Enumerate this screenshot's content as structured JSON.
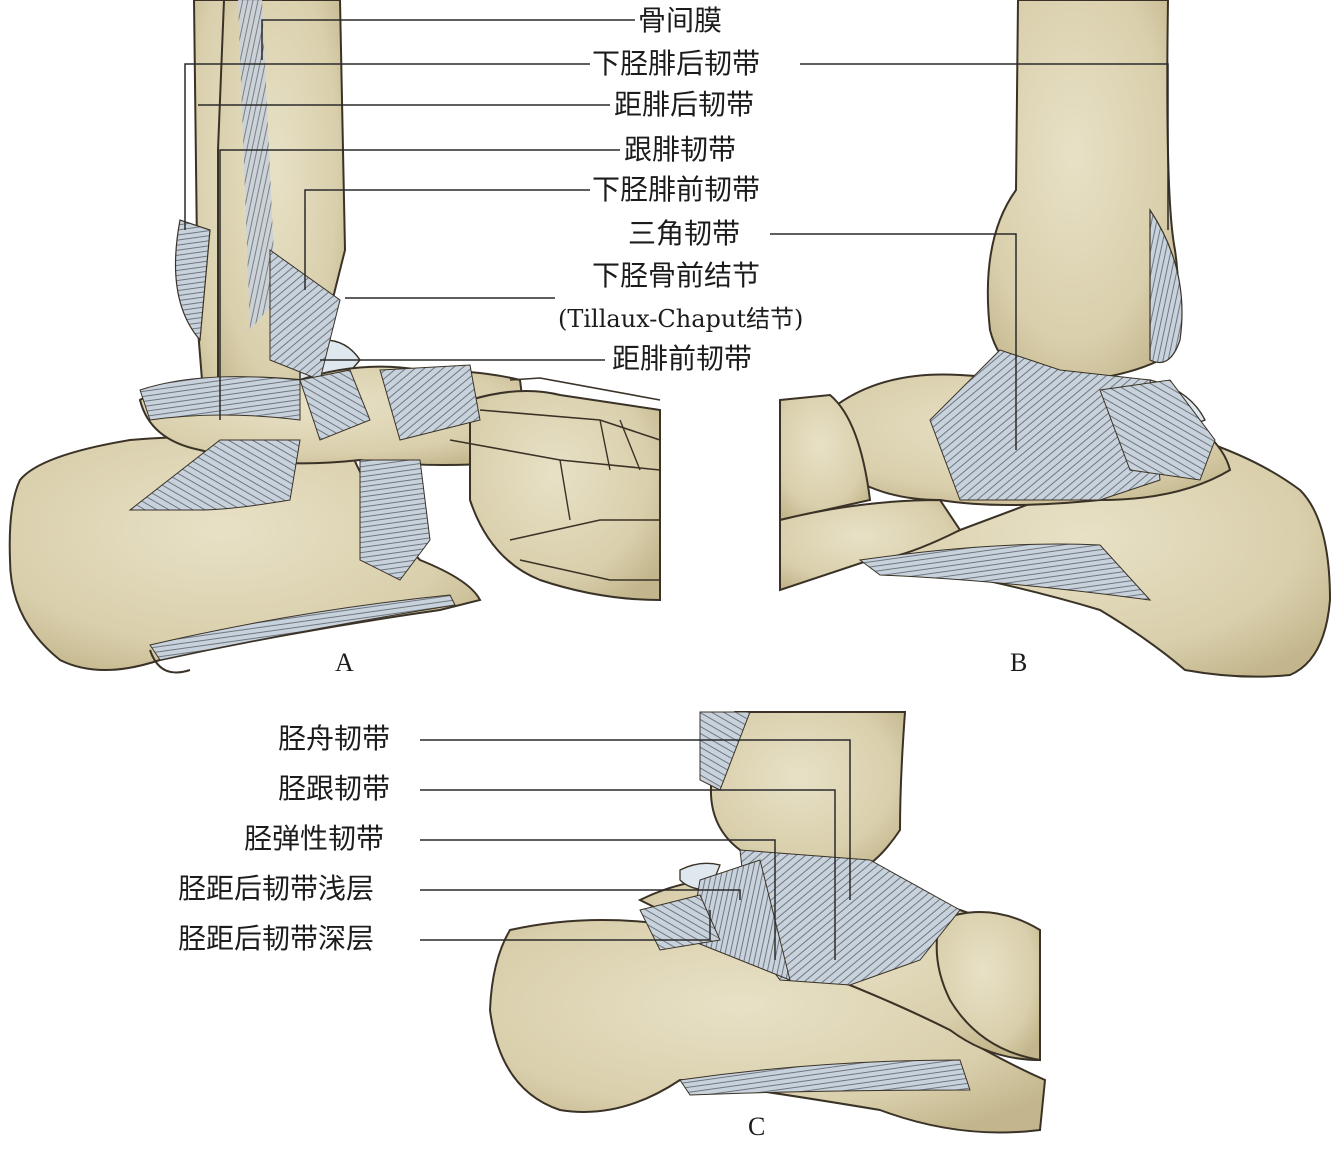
{
  "figure": {
    "panels": [
      "A",
      "B",
      "C"
    ],
    "labels_a": {
      "interosseous_membrane": "骨间膜",
      "posterior_inferior_tibiofibular": "下胫腓后韧带",
      "posterior_talofibular": "距腓后韧带",
      "calcaneofibular": "跟腓韧带",
      "anterior_inferior_tibiofibular": "下胫腓前韧带",
      "deltoid": "三角韧带",
      "anterior_tibial_tubercle": "下胫骨前结节",
      "tillaux_chaput": "(Tillaux-Chaput结节)",
      "anterior_talofibular": "距腓前韧带"
    },
    "labels_c": {
      "tibionavicular": "胫舟韧带",
      "tibiocalcaneal": "胫跟韧带",
      "tibiospring": "胫弹性韧带",
      "posterior_tibiotalar_superficial": "胫距后韧带浅层",
      "posterior_tibiotalar_deep": "胫距后韧带深层"
    },
    "colors": {
      "bone": "#ddd4b4",
      "bone_shadow": "#c9bd95",
      "ligament": "#c8d2dc",
      "cartilage": "#dfe7ef",
      "outline": "#3a3226",
      "leader": "#2a2a2a"
    }
  }
}
